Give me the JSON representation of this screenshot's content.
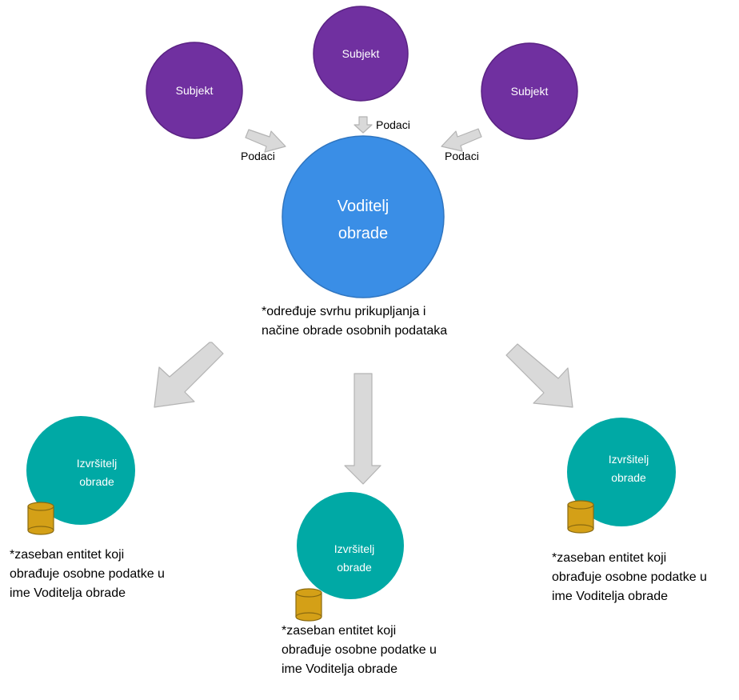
{
  "colors": {
    "subject": "#7030a0",
    "subject_edge": "#5a2283",
    "controller": "#3a8ee6",
    "controller_edge": "#2f75c0",
    "processor": "#00a9a5",
    "database": "#d4a017",
    "database_edge": "#8a6a10",
    "arrow_fill": "#d9d9d9",
    "arrow_edge": "#b3b3b3"
  },
  "subjects": [
    {
      "label": "Subjekt"
    },
    {
      "label": "Subjekt"
    },
    {
      "label": "Subjekt"
    }
  ],
  "flow_label": "Podaci",
  "controller": {
    "label_line1": "Voditelj",
    "label_line2": "obrade",
    "note_line1": "*određuje svrhu prikupljanja i",
    "note_line2": "načine obrade osobnih podataka"
  },
  "processors": [
    {
      "label_line1": "Izvršitelj",
      "label_line2": "obrade",
      "note_line1": "*zaseban entitet koji",
      "note_line2": "obrađuje osobne podatke u",
      "note_line3": "ime Voditelja obrade",
      "icon": "database-icon"
    },
    {
      "label_line1": "Izvršitelj",
      "label_line2": "obrade",
      "note_line1": "*zaseban entitet koji",
      "note_line2": "obrađuje osobne podatke u",
      "note_line3": "ime Voditelja obrade",
      "icon": "database-icon"
    },
    {
      "label_line1": "Izvršitelj",
      "label_line2": "obrade",
      "note_line1": "*zaseban entitet koji",
      "note_line2": "obrađuje osobne podatke u",
      "note_line3": "ime Voditelja obrade",
      "icon": "database-icon"
    }
  ]
}
